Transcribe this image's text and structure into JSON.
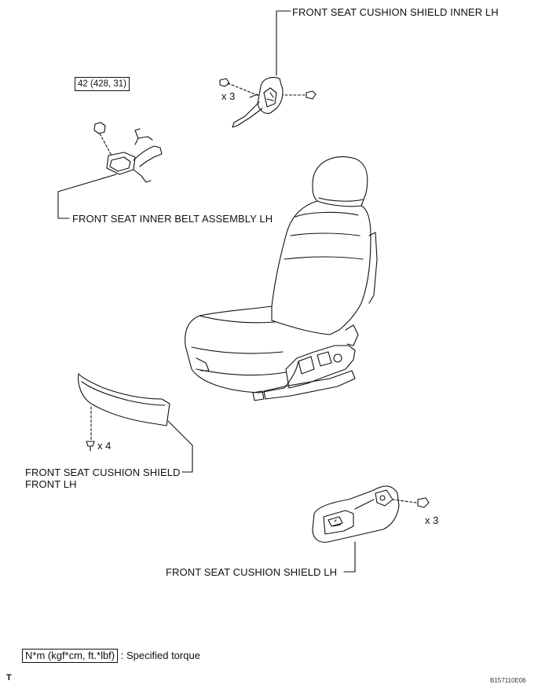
{
  "labels": {
    "inner_shield": "FRONT SEAT CUSHION SHIELD INNER LH",
    "inner_belt": "FRONT SEAT INNER BELT ASSEMBLY LH",
    "front_shield_line1": "FRONT SEAT CUSHION SHIELD",
    "front_shield_line2": "FRONT LH",
    "cushion_shield": "FRONT SEAT CUSHION SHIELD LH"
  },
  "quantities": {
    "inner_shield_screws": "x 3",
    "front_shield_clips": "x 4",
    "cushion_shield_screws": "x 3"
  },
  "torque": {
    "belt_nut": "42 (428, 31)"
  },
  "legend": {
    "unit": "N*m (kgf*cm, ft.*lbf)",
    "description": ": Specified torque"
  },
  "corner_mark": "T",
  "figure_code": "B157110E06"
}
